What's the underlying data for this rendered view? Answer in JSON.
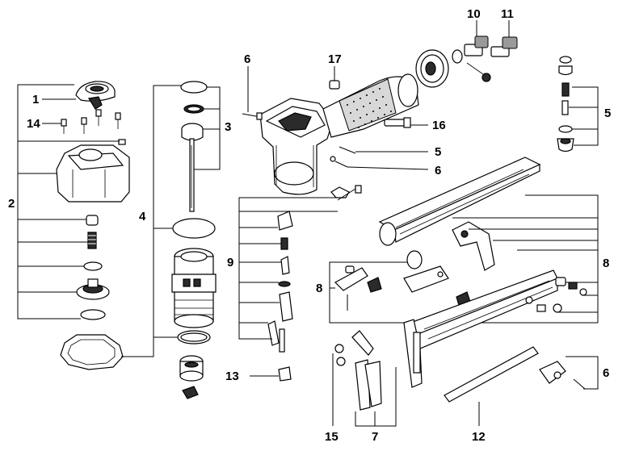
{
  "callouts": {
    "c1": "1",
    "c2": "2",
    "c3": "3",
    "c4": "4",
    "c5_top": "5",
    "c5_mid": "5",
    "c6_top": "6",
    "c6_mid": "6",
    "c6_right": "6",
    "c7": "7",
    "c8_left": "8",
    "c8_right": "8",
    "c9": "9",
    "c10": "10",
    "c11": "11",
    "c12": "12",
    "c13": "13",
    "c14": "14",
    "c15": "15",
    "c16": "16",
    "c17": "17"
  }
}
